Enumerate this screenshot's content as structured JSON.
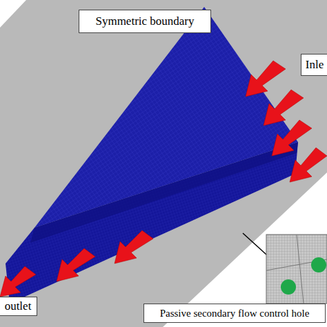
{
  "diagram": {
    "nodes": [
      {
        "text": [
          "Symmetric boundary"
        ]
      },
      {
        "text": [
          "Inle"
        ]
      },
      {
        "text": [
          "outlet"
        ]
      },
      {
        "text": [
          "Passive secondary flow control hole"
        ]
      }
    ]
  }
}
